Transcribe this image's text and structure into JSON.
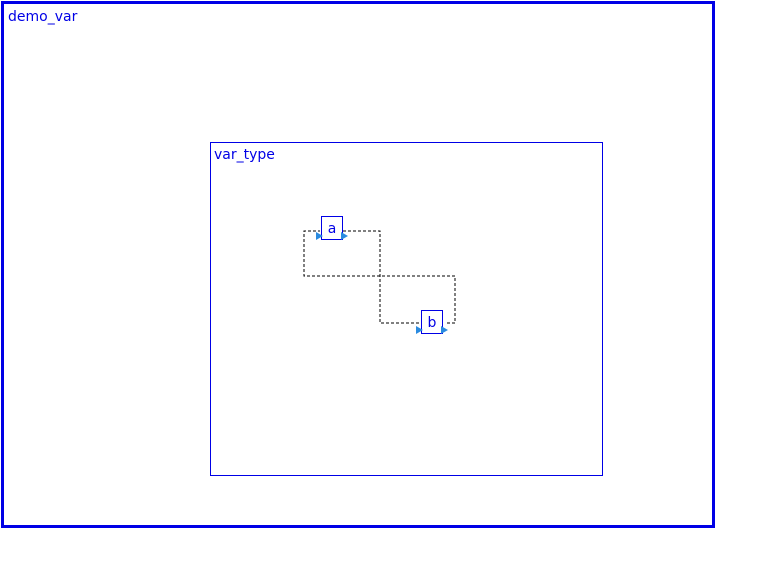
{
  "outer_frame": {
    "label": "demo_var"
  },
  "inner_frame": {
    "label": "var_type"
  },
  "blocks": [
    {
      "label": "a"
    },
    {
      "label": "b"
    }
  ],
  "colors": {
    "frame": "#0000e6",
    "port": "#2a8be0",
    "wire": "#000000"
  }
}
